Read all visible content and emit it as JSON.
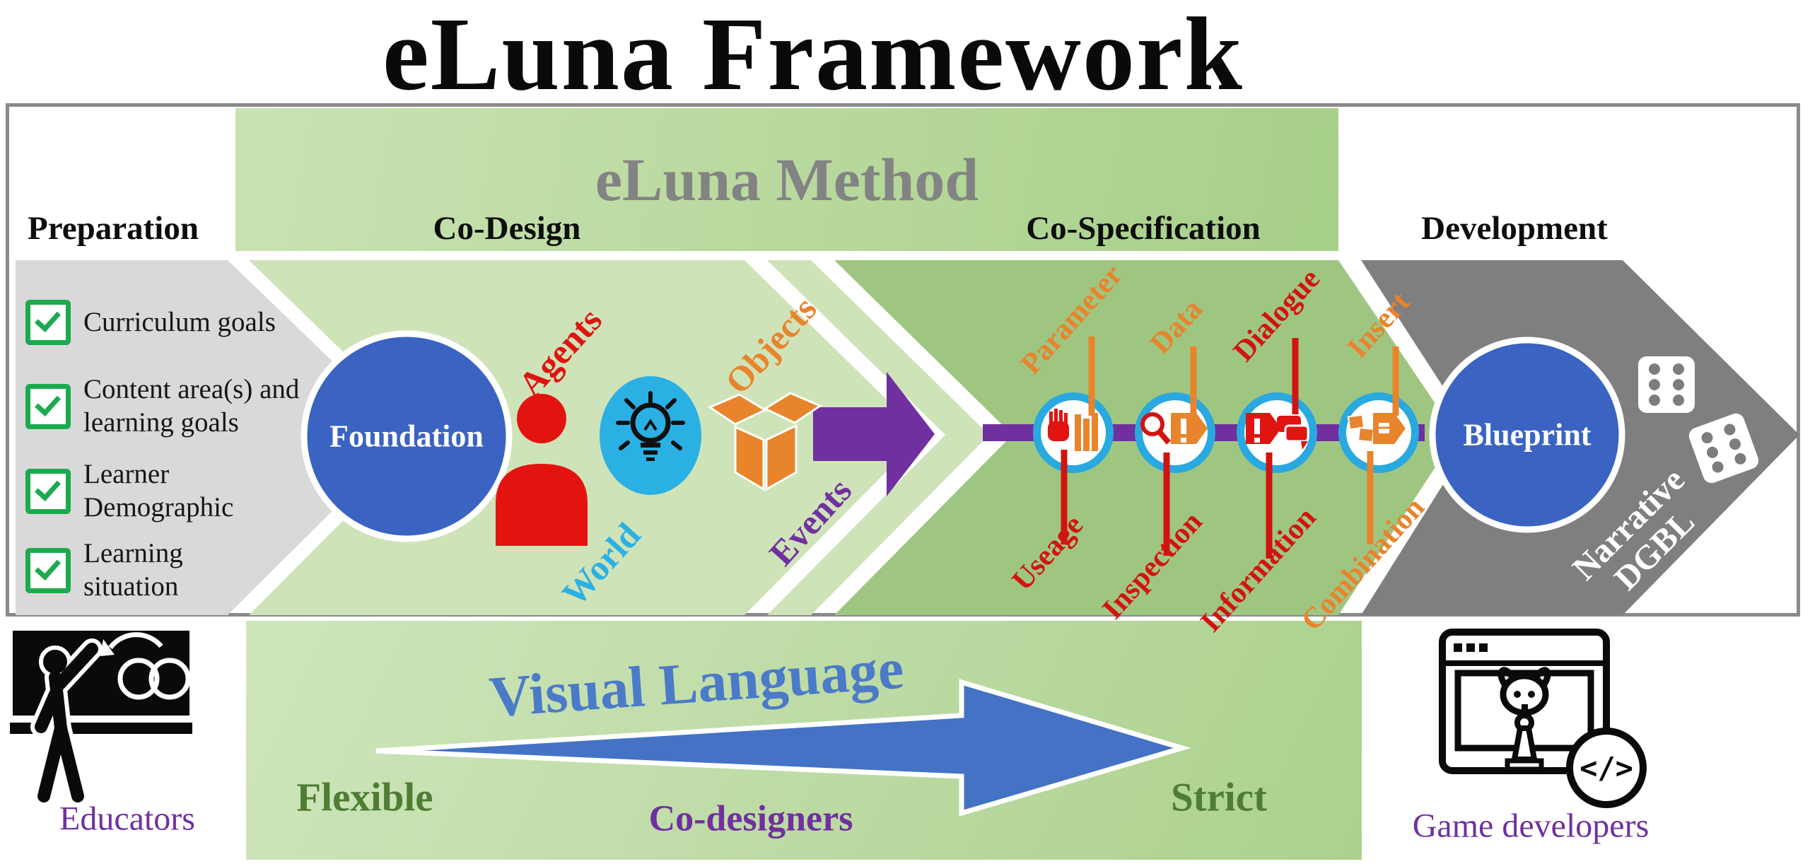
{
  "title": "eLuna Framework",
  "method_banner": "eLuna Method",
  "phases": {
    "preparation": "Preparation",
    "co_design": "Co-Design",
    "co_specification": "Co-Specification",
    "development": "Development"
  },
  "preparation": {
    "items": [
      {
        "label": "Curriculum goals"
      },
      {
        "label": "Content area(s) and\nlearning goals"
      },
      {
        "label": "Learner\nDemographic"
      },
      {
        "label": "Learning\nsituation"
      }
    ]
  },
  "co_design": {
    "node": "Foundation",
    "labels": {
      "agents": "Agents",
      "world": "World",
      "objects": "Objects",
      "events": "Events"
    }
  },
  "co_specification": {
    "top_labels": [
      "Parameter",
      "Data",
      "Dialogue",
      "Insert"
    ],
    "bottom_labels": [
      "Useage",
      "Inspection",
      "Information",
      "Combination"
    ]
  },
  "development": {
    "node": "Blueprint",
    "output_line1": "Narrative",
    "output_line2": "DGBL"
  },
  "visual_language": {
    "title": "Visual Language",
    "left": "Flexible",
    "middle": "Co-designers",
    "right": "Strict"
  },
  "roles": {
    "left": "Educators",
    "right": "Game developers"
  },
  "icons": {
    "code_badge": "</>"
  },
  "colors": {
    "node_blue": "#3a63c2",
    "ring_blue": "#29a9e0",
    "world_blue": "#2bb0e4",
    "purple": "#7030a0",
    "red": "#e01410",
    "orange": "#e8842c",
    "check_green": "#1caa4e",
    "prep_gray": "#d9d9d9",
    "dev_gray": "#7f7f7f",
    "codesign_green": "#cfe3b8",
    "cospec_green": "#9fc681",
    "banner_green": "#b7d89c",
    "label_green": "#4e7d33",
    "vlang_blue": "#4b7bc8"
  }
}
